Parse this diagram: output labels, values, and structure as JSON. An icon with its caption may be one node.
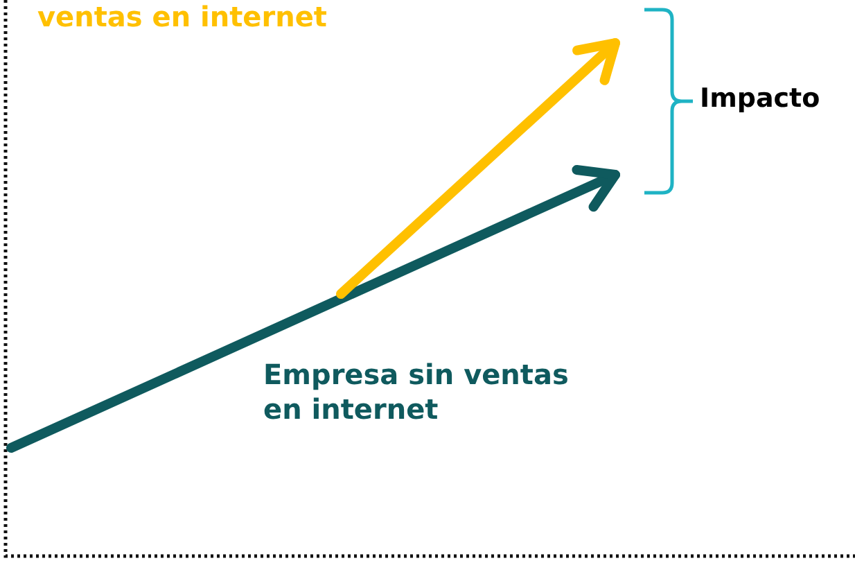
{
  "diagram": {
    "labels": [
      "ventas en internet",
      "Empresa sin ventas en internet",
      "Impacto"
    ]
  }
}
